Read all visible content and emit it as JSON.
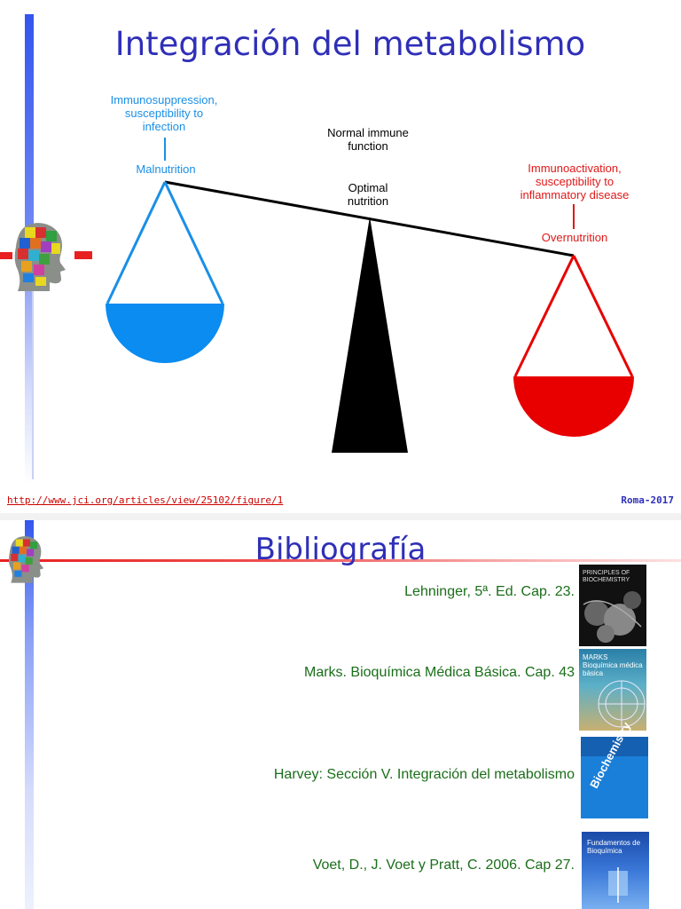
{
  "slide1": {
    "title": "Integración del metabolismo",
    "diagram": {
      "left_effect": "Immunosuppression,\nsusceptibility to\ninfection",
      "left_state": "Malnutrition",
      "center_effect": "Normal immune\nfunction",
      "center_state": "Optimal\nnutrition",
      "right_effect": "Immunoactivation,\nsusceptibility to\ninflammatory disease",
      "right_state": "Overnutrition"
    },
    "source_link": "http://www.jci.org/articles/view/25102/figure/1",
    "footer_right": "Roma-2017"
  },
  "slide2": {
    "title": "Bibliografía",
    "references": [
      "Lehninger, 5ª. Ed.  Cap. 23.",
      "Marks.  Bioquímica Médica Básica.  Cap. 43",
      "Harvey:  Sección V.  Integración del metabolismo",
      "Voet, D., J. Voet y Pratt, C.  2006. Cap 27."
    ],
    "covers": [
      {
        "title": "PRINCIPLES OF BIOCHEMISTRY"
      },
      {
        "title": "MARKS Bioquímica médica básica"
      },
      {
        "title": "Biochemistry"
      },
      {
        "title": "Fundamentos de Bioquímica"
      }
    ]
  },
  "colors": {
    "title": "#2f2fb8",
    "blue_pan": "#0a8cf0",
    "red_pan": "#e80000",
    "reference_text": "#1a6e1a",
    "link": "#cc0000"
  }
}
